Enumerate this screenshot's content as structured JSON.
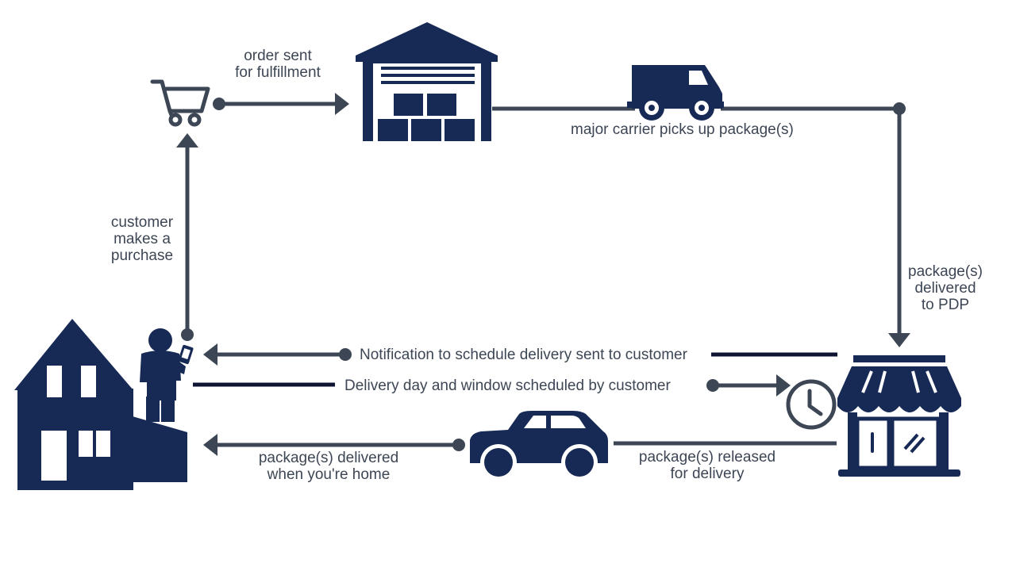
{
  "colors": {
    "icon": "#172a55",
    "connector": "#3d4654",
    "text": "#3d4654",
    "dark_line": "#0f1433"
  },
  "icons": [
    "cart-icon",
    "warehouse-icon",
    "truck-icon",
    "house-icon",
    "customer-with-phone-icon",
    "storefront-icon",
    "clock-icon",
    "car-icon"
  ],
  "steps": {
    "order_sent": [
      "order sent",
      "for fulfillment"
    ],
    "carrier_pickup": "major carrier picks up package(s)",
    "delivered_pdp": [
      "package(s)",
      "delivered",
      "to PDP"
    ],
    "notification": "Notification to schedule delivery sent to customer",
    "scheduled": "Delivery day and window scheduled by customer",
    "released": [
      "package(s) released",
      "for delivery"
    ],
    "delivered_home": [
      "package(s) delivered",
      "when you're home"
    ],
    "purchase": [
      "customer",
      "makes a",
      "purchase"
    ]
  }
}
